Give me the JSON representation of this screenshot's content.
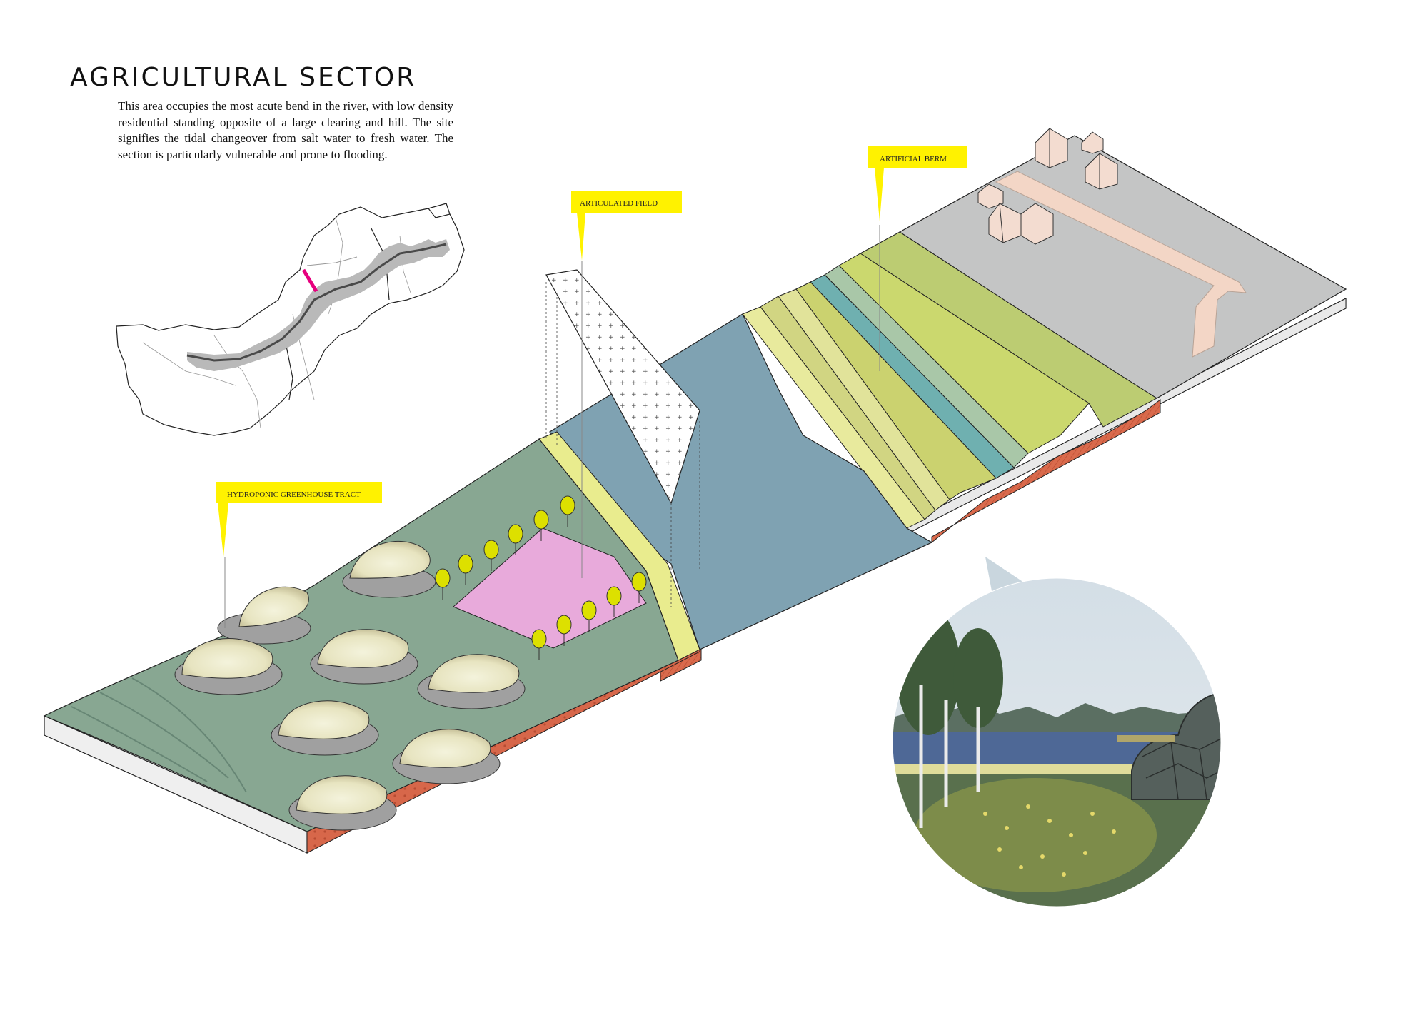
{
  "page": {
    "title": "AGRICULTURAL SECTOR",
    "description": "This area occupies the most acute bend in the river, with low density residential standing opposite of a large clearing and hill. The site signifies the tidal changeover from salt water to fresh water. The section is particularly vulnerable and prone to flooding."
  },
  "callouts": {
    "greenhouse": "HYDROPONIC GREENHOUSE TRACT",
    "field": "ARTICULATED FIELD",
    "berm": "ARTIFICIAL BERM"
  },
  "colors": {
    "callout_yellow": "#fff200",
    "ground_green": "#88a792",
    "river_blue": "#7fa2b2",
    "field_pink": "#e8aadb",
    "path_yellow": "#e9ec8e",
    "berm_olive": "#bccc72",
    "berm_teal": "#6fb0b0",
    "residential_grey": "#c3c4c4",
    "road_peach": "#f3d6c6",
    "soil_red": "#d7674a",
    "dome_cream": "#ecebc8",
    "tree_yellow": "#dde000"
  },
  "icons": [
    "locator-map",
    "magenta-section-marker",
    "house-icon",
    "greenhouse-dome",
    "tree-icon",
    "view-bubble"
  ]
}
